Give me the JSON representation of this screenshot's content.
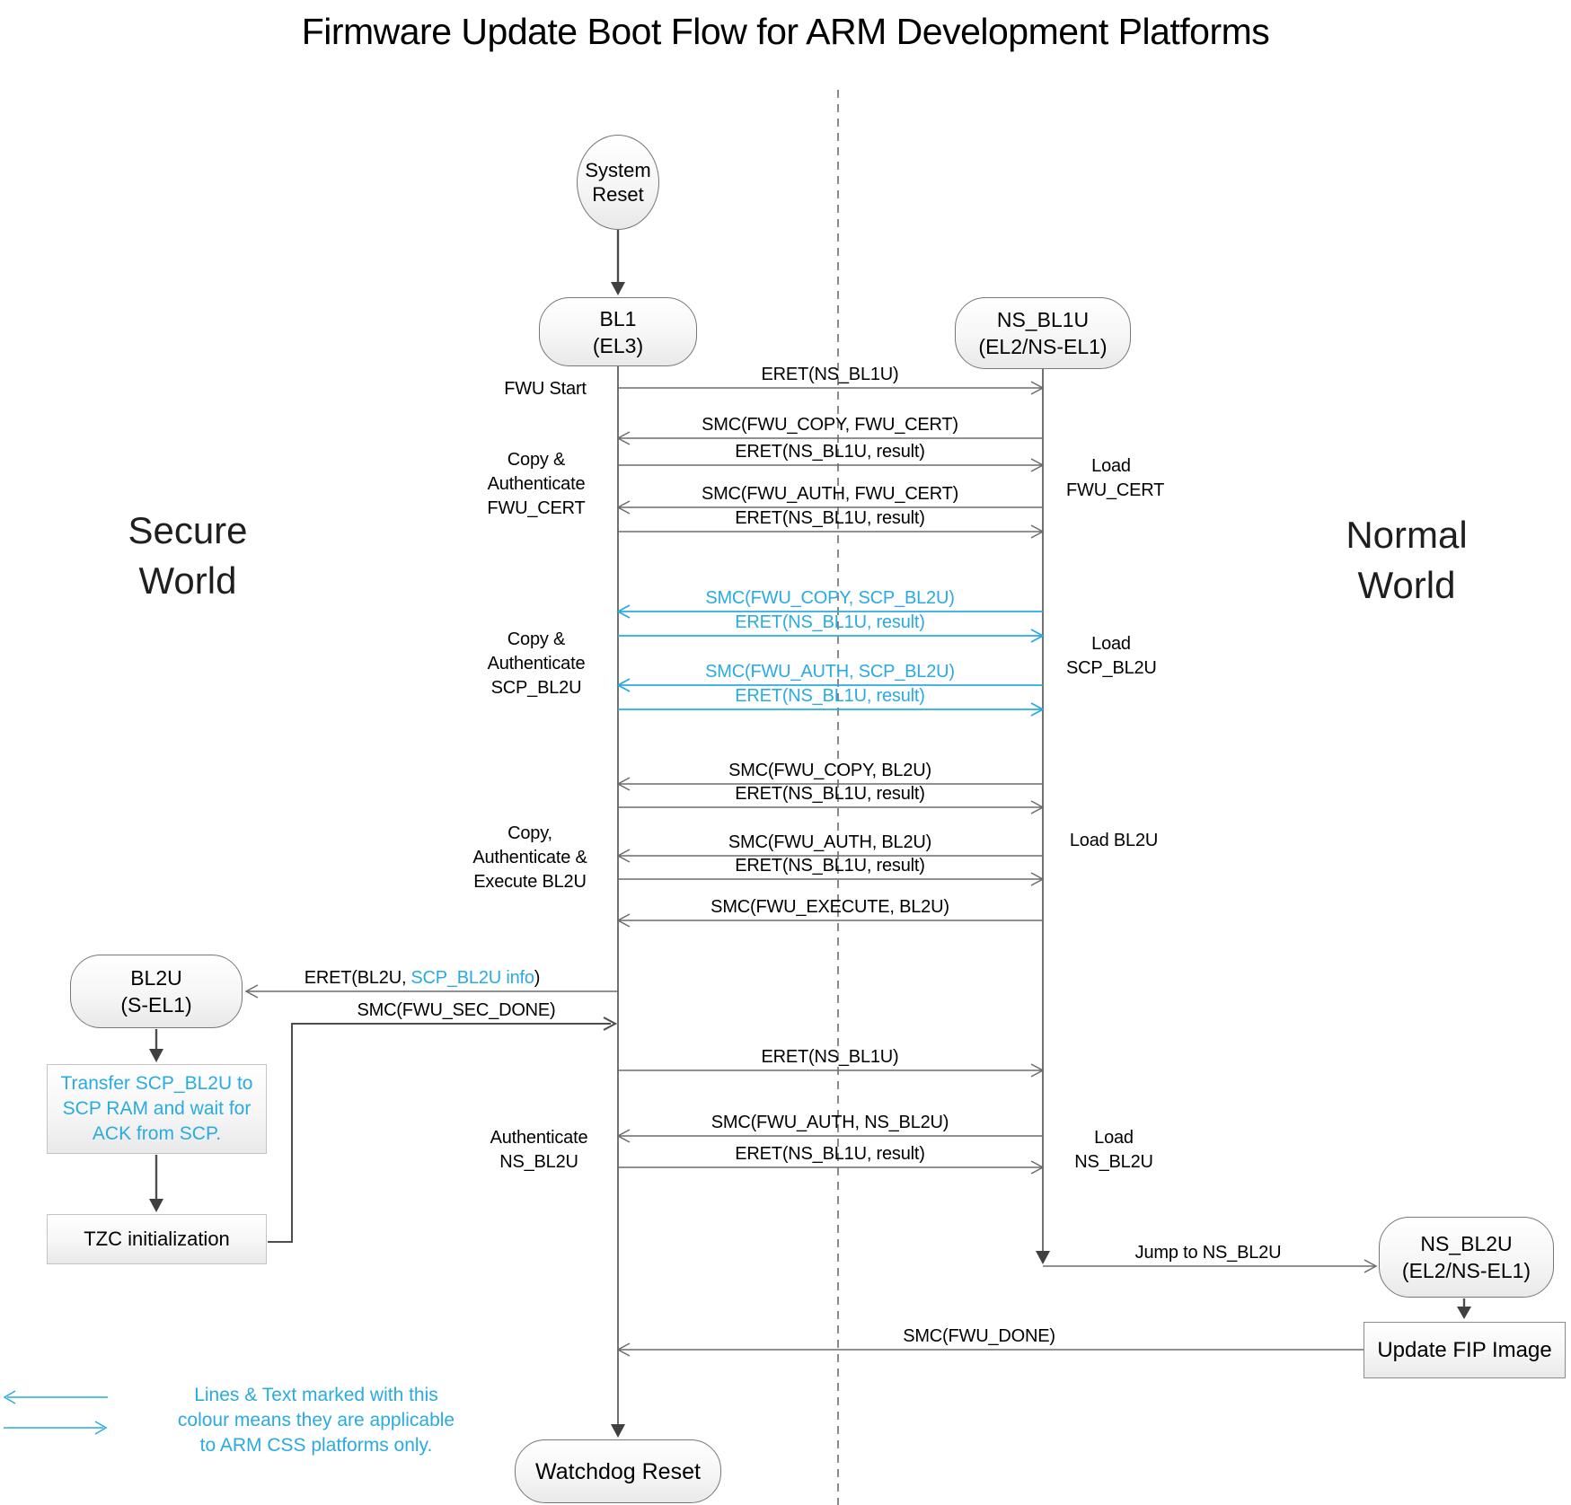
{
  "title": "Firmware Update Boot Flow for ARM Development Platforms",
  "worlds": {
    "secure": "Secure World",
    "normal": "Normal World"
  },
  "colors": {
    "accent_cyan": "#29ABE2",
    "message_line_gray": "#6b6b6b",
    "flow_line_dark": "#4d4d4d"
  },
  "nodes": {
    "system_reset": {
      "line1": "System",
      "line2": "Reset"
    },
    "bl1": {
      "line1": "BL1",
      "line2": "(EL3)"
    },
    "ns_bl1u": {
      "line1": "NS_BL1U",
      "line2": "(EL2/NS-EL1)"
    },
    "bl2u": {
      "line1": "BL2U",
      "line2": "(S-EL1)"
    },
    "ns_bl2u": {
      "line1": "NS_BL2U",
      "line2": "(EL2/NS-EL1)"
    },
    "watchdog_reset": "Watchdog Reset",
    "transfer_scp": "Transfer SCP_BL2U to SCP RAM and wait for ACK from SCP.",
    "tzc_init": "TZC initialization",
    "update_fip": "Update FIP Image"
  },
  "messages": {
    "eret_ns_bl1u": "ERET(NS_BL1U)",
    "eret_ns_bl1u_result": "ERET(NS_BL1U, result)",
    "smc_fwu_copy_fwu_cert": "SMC(FWU_COPY, FWU_CERT)",
    "smc_fwu_auth_fwu_cert": "SMC(FWU_AUTH, FWU_CERT)",
    "smc_fwu_copy_scp_bl2u": "SMC(FWU_COPY, SCP_BL2U)",
    "smc_fwu_auth_scp_bl2u": "SMC(FWU_AUTH, SCP_BL2U)",
    "smc_fwu_copy_bl2u": "SMC(FWU_COPY, BL2U)",
    "smc_fwu_auth_bl2u": "SMC(FWU_AUTH, BL2U)",
    "smc_fwu_execute_bl2u": "SMC(FWU_EXECUTE, BL2U)",
    "eret_bl2u_prefix": "ERET(BL2U,",
    "eret_bl2u_info": "SCP_BL2U info",
    "eret_bl2u_suffix": ")",
    "smc_fwu_sec_done": "SMC(FWU_SEC_DONE)",
    "smc_fwu_auth_ns_bl2u": "SMC(FWU_AUTH, NS_BL2U)",
    "jump_to_ns_bl2u": "Jump to NS_BL2U",
    "smc_fwu_done": "SMC(FWU_DONE)"
  },
  "annotations": {
    "fwu_start": "FWU Start",
    "copy_auth_fwu_cert": "Copy & Authenticate FWU_CERT",
    "load_fwu_cert": "Load FWU_CERT",
    "copy_auth_scp_bl2u": "Copy & Authenticate SCP_BL2U",
    "load_scp_bl2u": "Load SCP_BL2U",
    "copy_auth_exec_bl2u": "Copy, Authenticate & Execute BL2U",
    "load_bl2u": "Load BL2U",
    "authenticate_ns_bl2u": "Authenticate NS_BL2U",
    "load_ns_bl2u": "Load NS_BL2U"
  },
  "legend": {
    "text": "Lines & Text marked with this colour means they are applicable to ARM CSS platforms only."
  }
}
